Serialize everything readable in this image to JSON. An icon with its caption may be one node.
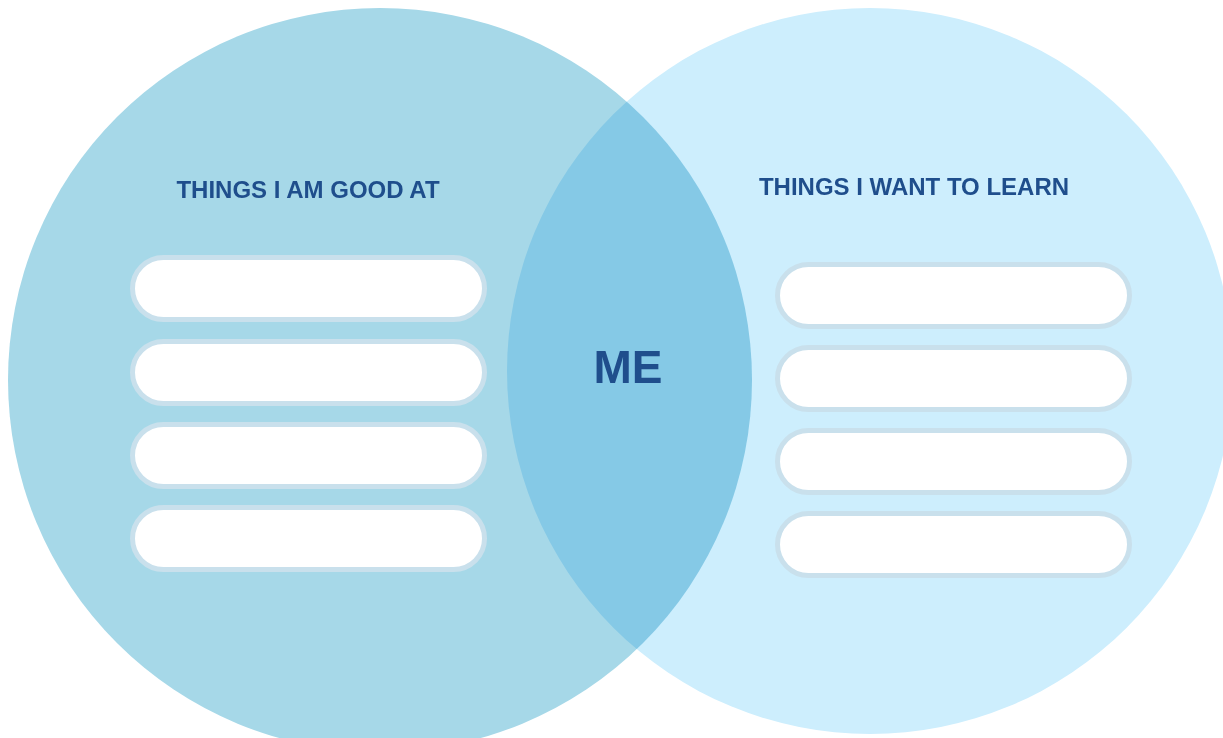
{
  "diagram": {
    "nodes": [
      {
        "text": [
          "THINGS I AM GOOD AT"
        ]
      },
      {
        "text": [
          "THINGS I WANT TO LEARN"
        ]
      },
      {
        "text": [],
        "shape": "box",
        "in": 0
      },
      {
        "text": [],
        "shape": "box",
        "in": 0
      },
      {
        "text": [],
        "shape": "box",
        "in": 0
      },
      {
        "text": [],
        "shape": "box",
        "in": 0
      },
      {
        "text": [],
        "shape": "box",
        "in": 1
      },
      {
        "text": [],
        "shape": "box",
        "in": 1
      },
      {
        "text": [],
        "shape": "box",
        "in": 1
      },
      {
        "text": [],
        "shape": "box",
        "in": 1
      }
    ],
    "labels": [
      "ME"
    ]
  }
}
